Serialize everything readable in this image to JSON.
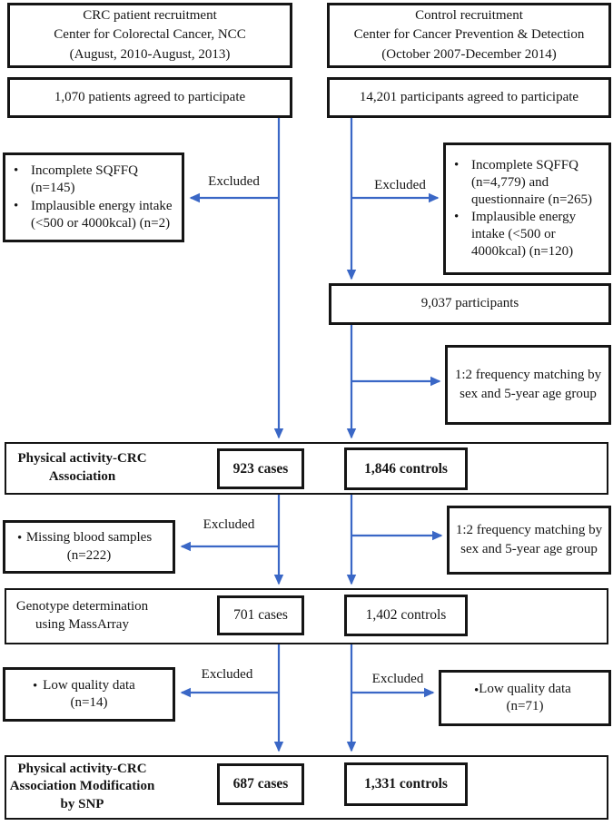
{
  "labels": {
    "excluded": "Excluded"
  },
  "left": {
    "header_line1": "CRC patient recruitment",
    "header_line2": "Center for Colorectal Cancer, NCC",
    "header_line3": "(August, 2010-August, 2013)",
    "agreed": "1,070 patients agreed to participate",
    "exclusion_items": [
      "Incomplete SQFFQ (n=145)",
      "Implausible energy intake (<500 or 4000kcal) (n=2)"
    ],
    "missing_blood": "Missing blood samples (n=222)",
    "low_quality": "Low quality data (n=14)"
  },
  "right": {
    "header_line1": "Control recruitment",
    "header_line2": "Center for Cancer Prevention & Detection",
    "header_line3": "(October 2007-December 2014)",
    "agreed": "14,201 participants agreed to participate",
    "exclusion_items": [
      "Incomplete SQFFQ (n=4,779) and questionnaire (n=265)",
      "Implausible energy intake (<500 or 4000kcal) (n=120)"
    ],
    "participants": "9,037 participants",
    "matching": "1:2 frequency matching by sex and 5-year age group",
    "low_quality": "Low quality data (n=71)"
  },
  "stages": {
    "s1": {
      "title": "Physical activity-CRC Association",
      "cases": "923 cases",
      "controls": "1,846 controls"
    },
    "s2": {
      "title": "Genotype determination using MassArray",
      "cases": "701 cases",
      "controls": "1,402 controls"
    },
    "s3": {
      "title": "Physical activity-CRC Association Modification by SNP",
      "cases": "687 cases",
      "controls": "1,331 controls"
    }
  },
  "colors": {
    "arrow_blue": "#3a67c6",
    "border_black": "#151515"
  }
}
